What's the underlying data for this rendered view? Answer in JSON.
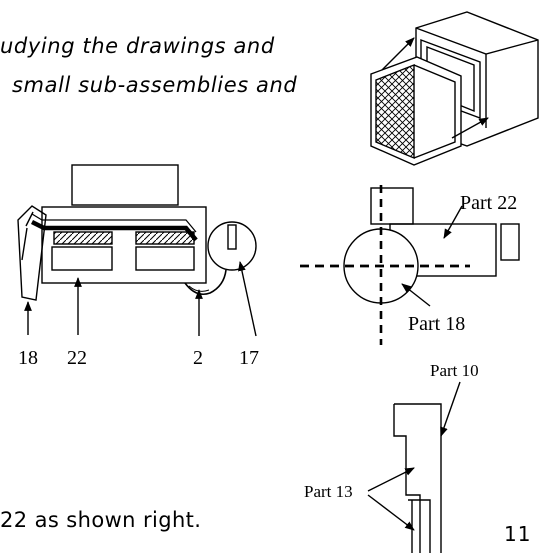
{
  "text": {
    "line1": "udying the drawings and",
    "line2": "small sub-assemblies and",
    "line3": "22 as shown right.",
    "page_number": "11"
  },
  "figure_left": {
    "callouts": [
      "18",
      "22",
      "2",
      "17"
    ]
  },
  "figure_right_top": {
    "callouts": [
      "Part 22",
      "Part 18"
    ]
  },
  "figure_right_bottom": {
    "callouts": [
      "Part 10",
      "Part 13"
    ]
  }
}
